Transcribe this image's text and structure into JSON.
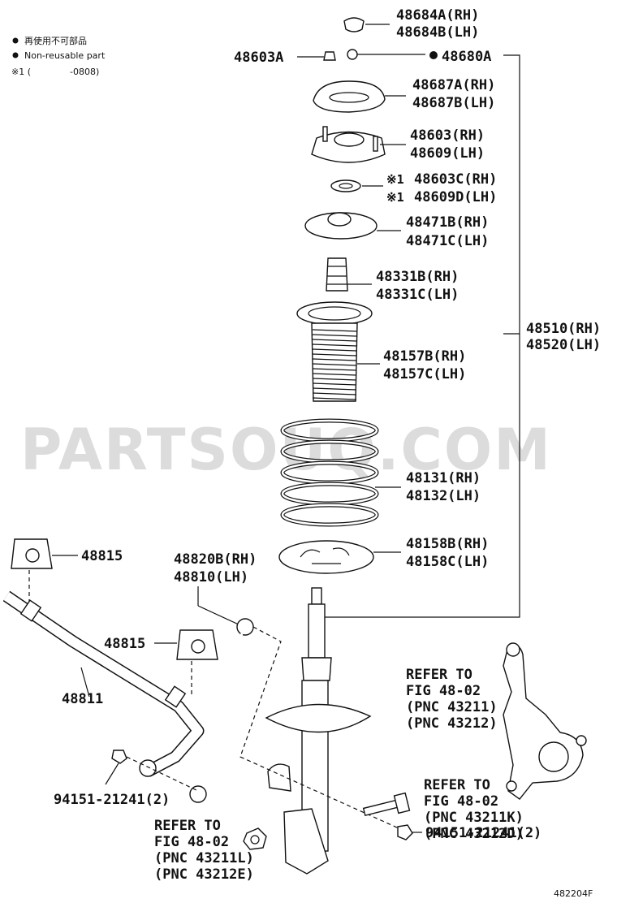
{
  "legend": {
    "non_reusable_jp": "再使用不可部品",
    "non_reusable_en": "Non-reusable part",
    "note_prefix": "※1 (",
    "note_suffix": "-0808)"
  },
  "watermark": "PARTSOUQ.COM",
  "labels": {
    "p48684": [
      "48684A(RH)",
      "48684B(LH)"
    ],
    "p48603A": "48603A",
    "p48680A": "48680A",
    "p48687": [
      "48687A(RH)",
      "48687B(LH)"
    ],
    "p48603": [
      "48603(RH)",
      "48609(LH)"
    ],
    "p48603C": [
      "48603C(RH)",
      "48609D(LH)"
    ],
    "note_mark": "※1",
    "p48471": [
      "48471B(RH)",
      "48471C(LH)"
    ],
    "p48331": [
      "48331B(RH)",
      "48331C(LH)"
    ],
    "p48510": [
      "48510(RH)",
      "48520(LH)"
    ],
    "p48157": [
      "48157B(RH)",
      "48157C(LH)"
    ],
    "p48131": [
      "48131(RH)",
      "48132(LH)"
    ],
    "p48158": [
      "48158B(RH)",
      "48158C(LH)"
    ],
    "p48815_top": "48815",
    "p48820": [
      "48820B(RH)",
      "48810(LH)"
    ],
    "p48815_mid": "48815",
    "p48811": "48811",
    "ref_knuckle": [
      "REFER TO",
      "FIG 48-02",
      "(PNC 43211)",
      "(PNC 43212)"
    ],
    "ref_bolt": [
      "REFER TO",
      "FIG 48-02",
      "(PNC 43211K)",
      "(PNC 43212D)"
    ],
    "ref_nut": [
      "REFER TO",
      "FIG 48-02",
      "(PNC 43211L)",
      "(PNC 43212E)"
    ],
    "p94151_left": "94151-21241(2)",
    "p94151_right": "94151-21241(2)",
    "diagram_id": "482204F"
  }
}
